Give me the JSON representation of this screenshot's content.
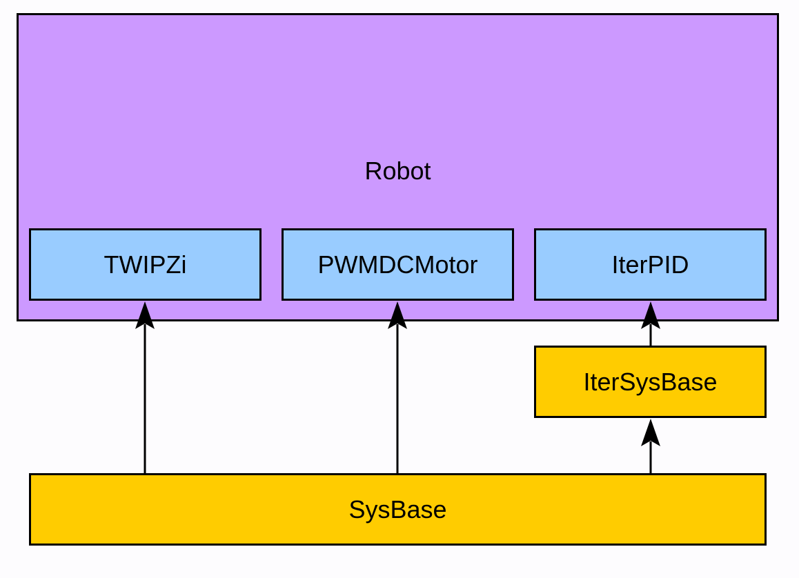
{
  "colors": {
    "container_fill": "#cc99ff",
    "component_fill": "#99ccff",
    "base_fill": "#ffcc00",
    "stroke": "#000000",
    "background": "#fdfcfe"
  },
  "robot": {
    "label": "Robot"
  },
  "components": {
    "twipzi": "TWIPZi",
    "pwmdcmotor": "PWMDCMotor",
    "iterpid": "IterPID"
  },
  "itersysbase": {
    "label": "IterSysBase"
  },
  "sysbase": {
    "label": "SysBase"
  },
  "arrows": [
    {
      "from": "SysBase",
      "to": "TWIPZi"
    },
    {
      "from": "SysBase",
      "to": "PWMDCMotor"
    },
    {
      "from": "SysBase",
      "to": "IterSysBase"
    },
    {
      "from": "IterSysBase",
      "to": "IterPID"
    }
  ]
}
